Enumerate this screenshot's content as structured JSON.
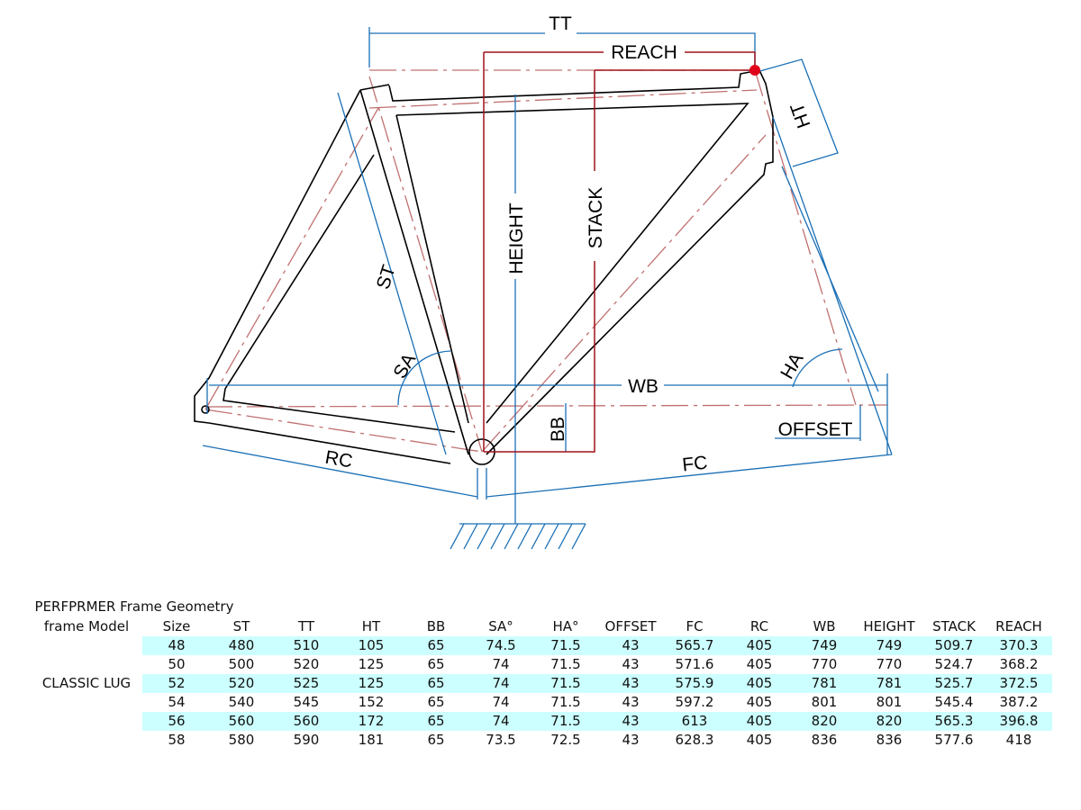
{
  "diagram": {
    "labels": {
      "tt": "TT",
      "reach": "REACH",
      "ht": "HT",
      "stack": "STACK",
      "height": "HEIGHT",
      "st": "ST",
      "sa": "SA",
      "ha": "HA",
      "wb": "WB",
      "bb": "BB",
      "offset": "OFFSET",
      "rc": "RC",
      "fc": "FC"
    },
    "colors": {
      "frame": "#000000",
      "dimension": "#1a6fb5",
      "stack_reach": "#a0111a",
      "centerline": "#c07070",
      "point": "#e0001a"
    }
  },
  "table": {
    "title": "PERFPRMER  Frame Geometry",
    "model_header": "frame Model",
    "model": "CLASSIC LUG",
    "columns": [
      "Size",
      "ST",
      "TT",
      "HT",
      "BB",
      "SA°",
      "HA°",
      "OFFSET",
      "FC",
      "RC",
      "WB",
      "HEIGHT",
      "STACK",
      "REACH"
    ],
    "rows": [
      [
        "48",
        "480",
        "510",
        "105",
        "65",
        "74.5",
        "71.5",
        "43",
        "565.7",
        "405",
        "749",
        "749",
        "509.7",
        "370.3"
      ],
      [
        "50",
        "500",
        "520",
        "125",
        "65",
        "74",
        "71.5",
        "43",
        "571.6",
        "405",
        "770",
        "770",
        "524.7",
        "368.2"
      ],
      [
        "52",
        "520",
        "525",
        "125",
        "65",
        "74",
        "71.5",
        "43",
        "575.9",
        "405",
        "781",
        "781",
        "525.7",
        "372.5"
      ],
      [
        "54",
        "540",
        "545",
        "152",
        "65",
        "74",
        "71.5",
        "43",
        "597.2",
        "405",
        "801",
        "801",
        "545.4",
        "387.2"
      ],
      [
        "56",
        "560",
        "560",
        "172",
        "65",
        "74",
        "71.5",
        "43",
        "613",
        "405",
        "820",
        "820",
        "565.3",
        "396.8"
      ],
      [
        "58",
        "580",
        "590",
        "181",
        "65",
        "73.5",
        "72.5",
        "43",
        "628.3",
        "405",
        "836",
        "836",
        "577.6",
        "418"
      ]
    ],
    "highlight": "#ccffff"
  }
}
